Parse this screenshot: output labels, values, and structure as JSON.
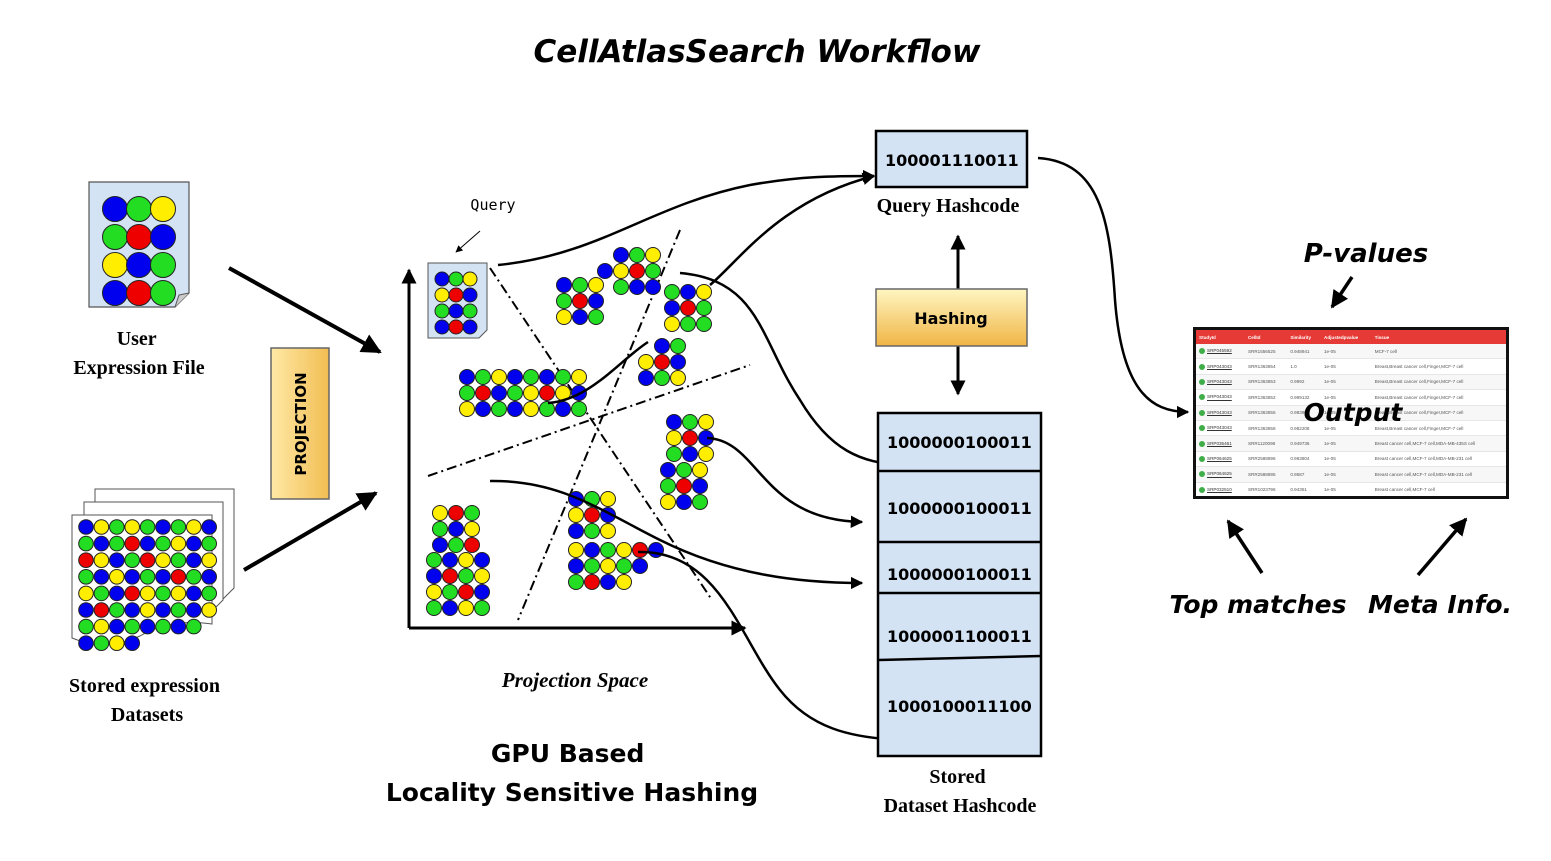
{
  "title": "CellAtlasSearch Workflow",
  "user_file_label": [
    "User",
    "Expression File"
  ],
  "stored_label": [
    "Stored expression",
    "Datasets"
  ],
  "projection_label": "PROJECTION",
  "query_label": "Query",
  "projection_space_label": "Projection Space",
  "gpu_label": [
    "GPU Based",
    "Locality Sensitive Hashing"
  ],
  "query_hashcode": "100001110011",
  "query_hashcode_label": "Query Hashcode",
  "hashing_label": "Hashing",
  "stored_hashcodes": [
    "1000000100011",
    "1000000100011",
    "1000000100011",
    "1000001100011",
    "1000100011100"
  ],
  "stored_hashcode_label": [
    "Stored",
    "Dataset Hashcode"
  ],
  "pvalues_label": "P-values",
  "output_label": "Output",
  "top_matches_label": "Top matches",
  "meta_info_label": "Meta Info.",
  "results_table": {
    "headers": [
      "StudyId",
      "CellId",
      "Similarity",
      "Adjustedpvalue",
      "Tissue"
    ],
    "rows": [
      [
        "SRP045592",
        "SRR1556525",
        "0.948941",
        "1e-05",
        "MCF-7 cell"
      ],
      [
        "SRP043043",
        "SRR1363854",
        "1.0",
        "1e-05",
        "Breast,Breast cancer cell,Finger,MCF-7 cell"
      ],
      [
        "SRP043043",
        "SRR1363853",
        "0.9992",
        "1e-05",
        "Breast,Breast cancer cell,Finger,MCF-7 cell"
      ],
      [
        "SRP043043",
        "SRR1363852",
        "0.999132",
        "1e-05",
        "Breast,Breast cancer cell,Finger,MCF-7 cell"
      ],
      [
        "SRP043043",
        "SRR1363855",
        "0.98399",
        "1e-05",
        "Breast,Breast cancer cell,Finger,MCF-7 cell"
      ],
      [
        "SRP043043",
        "SRR1363858",
        "0.982208",
        "1e-05",
        "Breast,Breast cancer cell,Finger,MCF-7 cell"
      ],
      [
        "SRP035461",
        "SRR1120098",
        "0.949736",
        "1e-05",
        "Breast cancer cell,MCF-7 cell,MDA-MB-435S cell"
      ],
      [
        "SRP064625",
        "SRR2588896",
        "0.963804",
        "1e-05",
        "Breast cancer cell,MCF-7 cell,MDA-MB-231 cell"
      ],
      [
        "SRP064625",
        "SRR2588895",
        "0.9587",
        "1e-05",
        "Breast cancer cell,MCF-7 cell,MDA-MB-231 cell"
      ],
      [
        "SRP032510",
        "SRR1023796",
        "0.94351",
        "1e-05",
        "Breast cancer cell,MCF-7 cell"
      ]
    ]
  },
  "colors": {
    "blue": "#0000ee",
    "green": "#22dd22",
    "red": "#ee0000",
    "yellow": "#ffee00",
    "box_fill": "#d3e3f3",
    "hashing_gradient": [
      "#fff3b0",
      "#f2b94a"
    ],
    "header_red": "#e53a35"
  }
}
